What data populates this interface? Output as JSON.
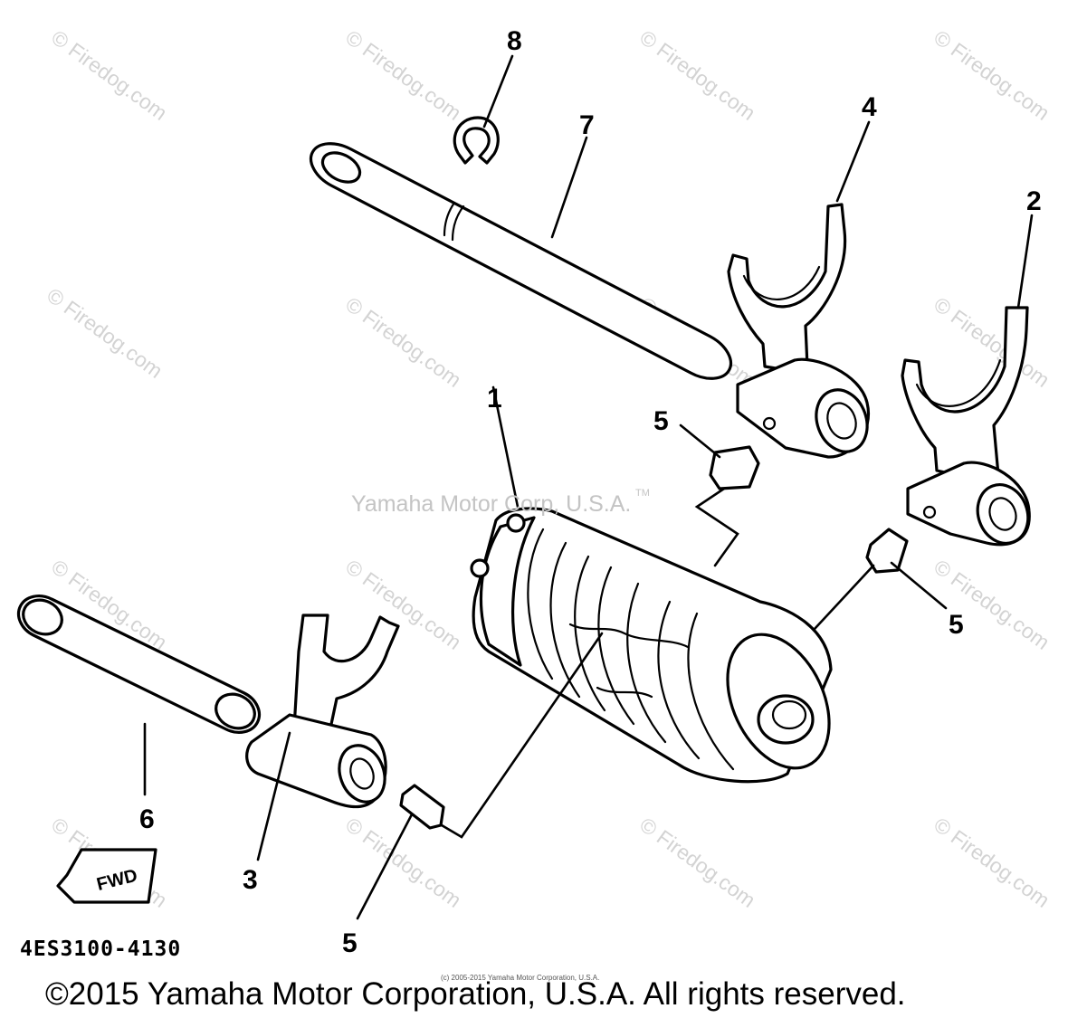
{
  "watermark": {
    "text": "© Firedog.com",
    "corporate_text": "Yamaha Motor Corp, U.S.A.",
    "trademark": "TM",
    "color": "#d3d3d3"
  },
  "callouts": {
    "c1": "1",
    "c2": "2",
    "c3": "3",
    "c4": "4",
    "c5a": "5",
    "c5b": "5",
    "c5c": "5",
    "c6": "6",
    "c7": "7",
    "c8": "8"
  },
  "front_arrow": "FWD",
  "diagram_code": "4ES3100-4130",
  "small_copyright": "(c) 2005-2015 Yamaha Motor Corporation, U.S.A.",
  "footer": {
    "copyright": "©2015 Yamaha Motor Corporation, U.S.A. All rights reserved."
  }
}
